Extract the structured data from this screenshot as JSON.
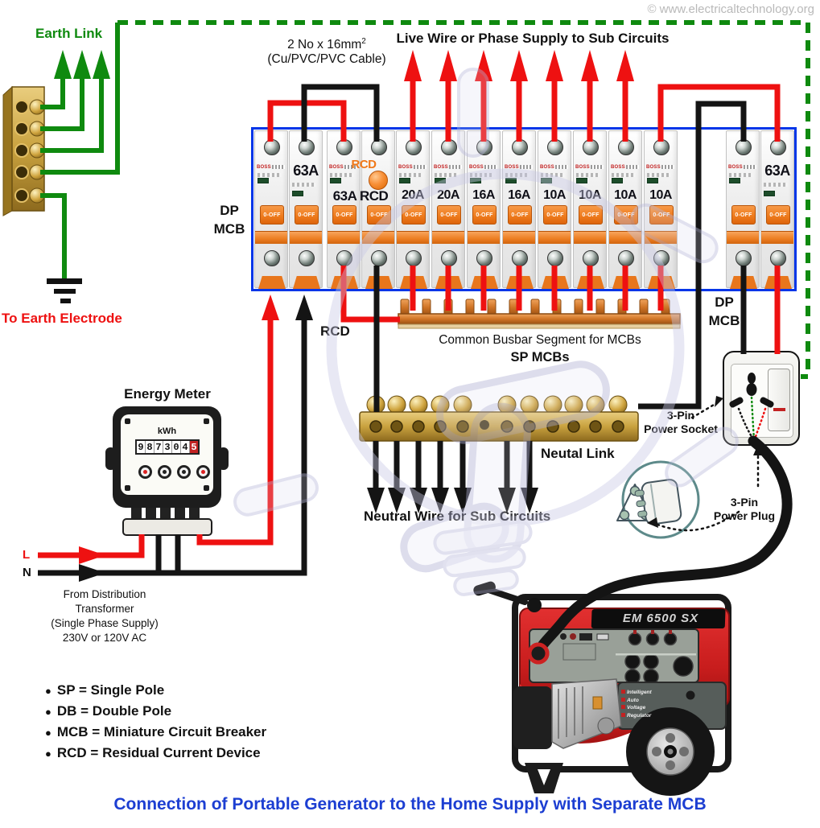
{
  "credit": "© www.electricaltechnology.org",
  "title": "Connection of Portable Generator to the Home Supply with Separate MCB",
  "earth": {
    "link_label": "Earth Link",
    "electrode_label": "To Earth Electrode"
  },
  "cable_spec": {
    "line1": "2 No x 16mm",
    "sup": "2",
    "line2": "(Cu/PVC/PVC Cable)"
  },
  "live_wire_label": "Live Wire or Phase Supply to Sub Circuits",
  "panel": {
    "brand": "BOSS",
    "switch_label": "0-OFF",
    "left_dp": {
      "rating": "63A",
      "label_line1": "DP",
      "label_line2": "MCB"
    },
    "rcd": {
      "top_label": "RCD",
      "rating": "63A RCD",
      "wire_label": "RCD"
    },
    "sp_ratings": [
      "20A",
      "20A",
      "16A",
      "16A",
      "10A",
      "10A",
      "10A",
      "10A"
    ],
    "right_dp": {
      "rating": "63A",
      "label_line1": "DP",
      "label_line2": "MCB"
    }
  },
  "busbar": {
    "label": "Common Busbar Segment for MCBs",
    "sublabel": "SP MCBs"
  },
  "neutral": {
    "link_label": "Neutal Link",
    "wire_label": "Neutral Wire for Sub Circuits"
  },
  "socket": {
    "label_line1": "3-Pin",
    "label_line2": "Power Socket"
  },
  "plug": {
    "label_line1": "3-Pin",
    "label_line2": "Power Plug"
  },
  "meter": {
    "title": "Energy Meter",
    "unit": "kWh",
    "digits": [
      "9",
      "8",
      "7",
      "3",
      "0",
      "4",
      "5"
    ]
  },
  "supply": {
    "l": "L",
    "n": "N",
    "lines": [
      "From Distribution",
      "Transformer",
      "(Single Phase Supply)",
      "230V or 120V AC"
    ]
  },
  "legend_bullet": "●",
  "legend": [
    "SP = Single Pole",
    "DB = Double Pole",
    "MCB = Miniature Circuit Breaker",
    "RCD = Residual Current Device"
  ],
  "generator": {
    "model": "EM 6500 SX",
    "avr": [
      "Intelligent",
      "Auto",
      "Voltage",
      "Regulator"
    ]
  },
  "colors": {
    "green": "#0f8a0f",
    "red": "#ee1111",
    "black": "#141414",
    "panel_blue": "#0035e8",
    "title_blue": "#1c3ed2",
    "orange": "#f07818",
    "watermark": "#c9c9e6"
  }
}
